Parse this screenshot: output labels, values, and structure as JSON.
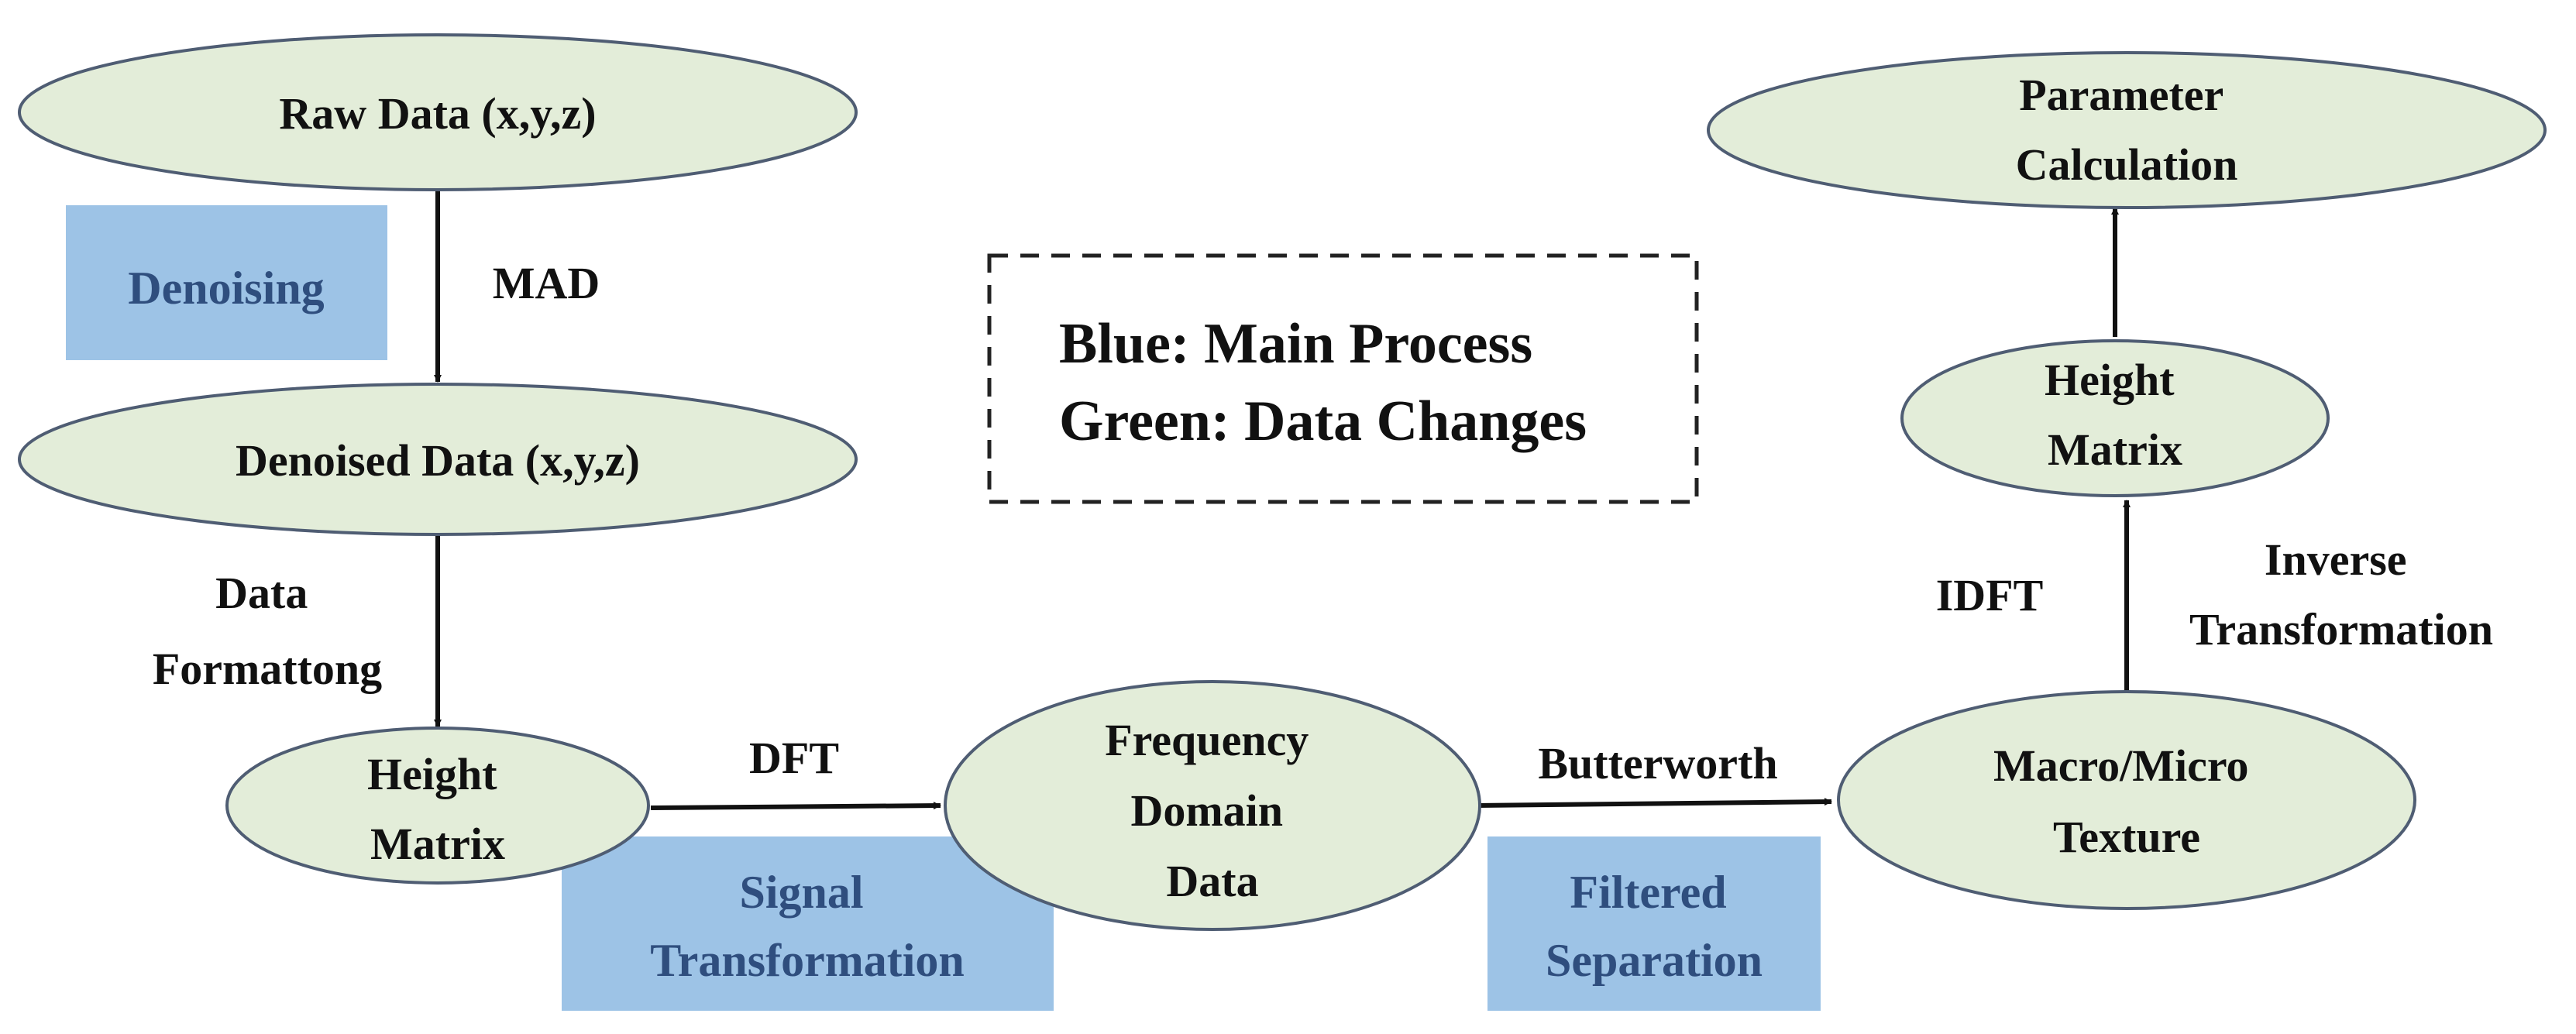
{
  "colors": {
    "node_fill": "#E3EDD9",
    "node_stroke": "#4F5D73",
    "process_fill": "#9DC3E6",
    "process_text": "#2F4E7E",
    "arrow": "#111111"
  },
  "nodes": {
    "raw_data": "Raw Data (x,y,z)",
    "denoised_data": "Denoised Data (x,y,z)",
    "height_matrix_1": [
      "Height",
      "Matrix"
    ],
    "frequency_domain": [
      "Frequency",
      "Domain",
      "Data"
    ],
    "macro_micro": [
      "Macro/Micro",
      "Texture"
    ],
    "height_matrix_2": [
      "Height",
      "Matrix"
    ],
    "parameter_calc": [
      "Parameter",
      "Calculation"
    ]
  },
  "processes": {
    "denoising": [
      "Denoising"
    ],
    "signal_transformation": [
      "Signal",
      "Transformation"
    ],
    "filtered_separation": [
      "Filtered",
      "Separation"
    ]
  },
  "edge_labels": {
    "mad": [
      "MAD"
    ],
    "data_formatting": [
      "Data",
      "Formattong"
    ],
    "dft": [
      "DFT"
    ],
    "butterworth": [
      "Butterworth"
    ],
    "idft": [
      "IDFT"
    ],
    "inverse_transformation": [
      "Inverse",
      "Transformation"
    ]
  },
  "legend": {
    "line1": "Blue: Main Process",
    "line2": "Green: Data Changes"
  }
}
